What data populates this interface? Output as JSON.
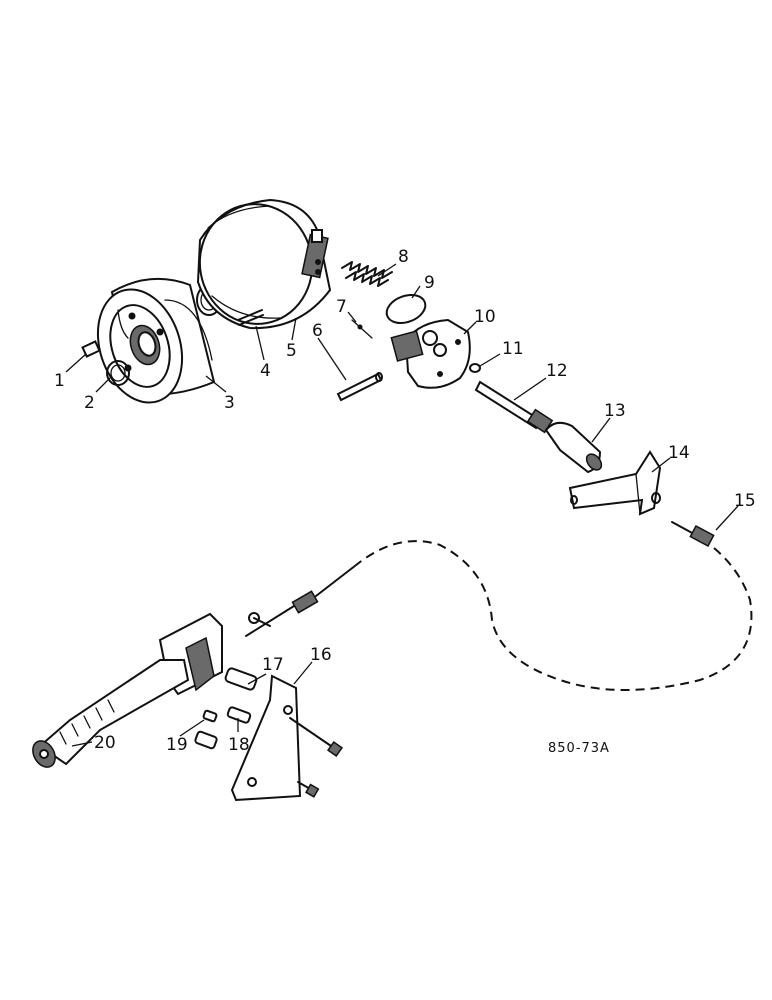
{
  "diagram": {
    "reference_code": "850-73A",
    "parts": [
      {
        "id": "p1",
        "label": "1"
      },
      {
        "id": "p2",
        "label": "2"
      },
      {
        "id": "p3",
        "label": "3"
      },
      {
        "id": "p4",
        "label": "4"
      },
      {
        "id": "p5",
        "label": "5"
      },
      {
        "id": "p6",
        "label": "6"
      },
      {
        "id": "p7",
        "label": "7"
      },
      {
        "id": "p8",
        "label": "8"
      },
      {
        "id": "p9",
        "label": "9"
      },
      {
        "id": "p10",
        "label": "10"
      },
      {
        "id": "p11",
        "label": "11"
      },
      {
        "id": "p12",
        "label": "12"
      },
      {
        "id": "p13",
        "label": "13"
      },
      {
        "id": "p14",
        "label": "14"
      },
      {
        "id": "p15",
        "label": "15"
      },
      {
        "id": "p16",
        "label": "16"
      },
      {
        "id": "p17",
        "label": "17"
      },
      {
        "id": "p18",
        "label": "18"
      },
      {
        "id": "p19",
        "label": "19"
      },
      {
        "id": "p20",
        "label": "20"
      }
    ]
  }
}
